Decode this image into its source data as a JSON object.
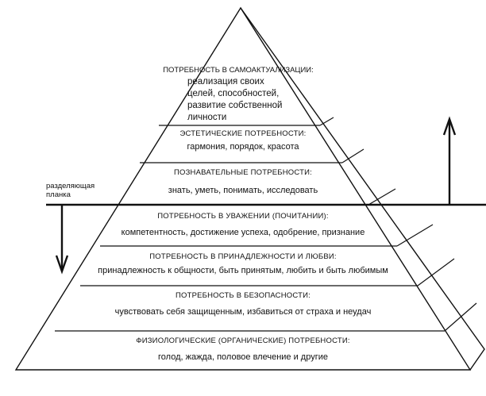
{
  "diagram": {
    "separator_label_line1": "разделяющая",
    "separator_label_line2": "планка",
    "levels": [
      {
        "title": "ПОТРЕБНОСТЬ В САМОАКТУАЛИЗАЦИИ:",
        "desc_lines": [
          "реализация своих",
          "целей, способностей,",
          "развитие собственной",
          "личности"
        ]
      },
      {
        "title": "ЭСТЕТИЧЕСКИЕ ПОТРЕБНОСТИ:",
        "desc": "гармония, порядок, красота"
      },
      {
        "title": "ПОЗНАВАТЕЛЬНЫЕ ПОТРЕБНОСТИ:",
        "desc": "знать, уметь, понимать, исследовать"
      },
      {
        "title": "ПОТРЕБНОСТЬ В УВАЖЕНИИ (ПОЧИТАНИИ):",
        "desc": "компетентность, достижение успеха, одобрение, признание"
      },
      {
        "title": "ПОТРЕБНОСТЬ В ПРИНАДЛЕЖНОСТИ И ЛЮБВИ:",
        "desc": "принадлежность к общности, быть принятым, любить и быть любимым"
      },
      {
        "title": "ПОТРЕБНОСТЬ В БЕЗОПАСНОСТИ:",
        "desc": "чувствовать себя защищенным, избавиться от страха и неудач"
      },
      {
        "title": "ФИЗИОЛОГИЧЕСКИЕ (ОРГАНИЧЕСКИЕ) ПОТРЕБНОСТИ:",
        "desc": "голод, жажда, половое влечение и другие"
      }
    ]
  }
}
